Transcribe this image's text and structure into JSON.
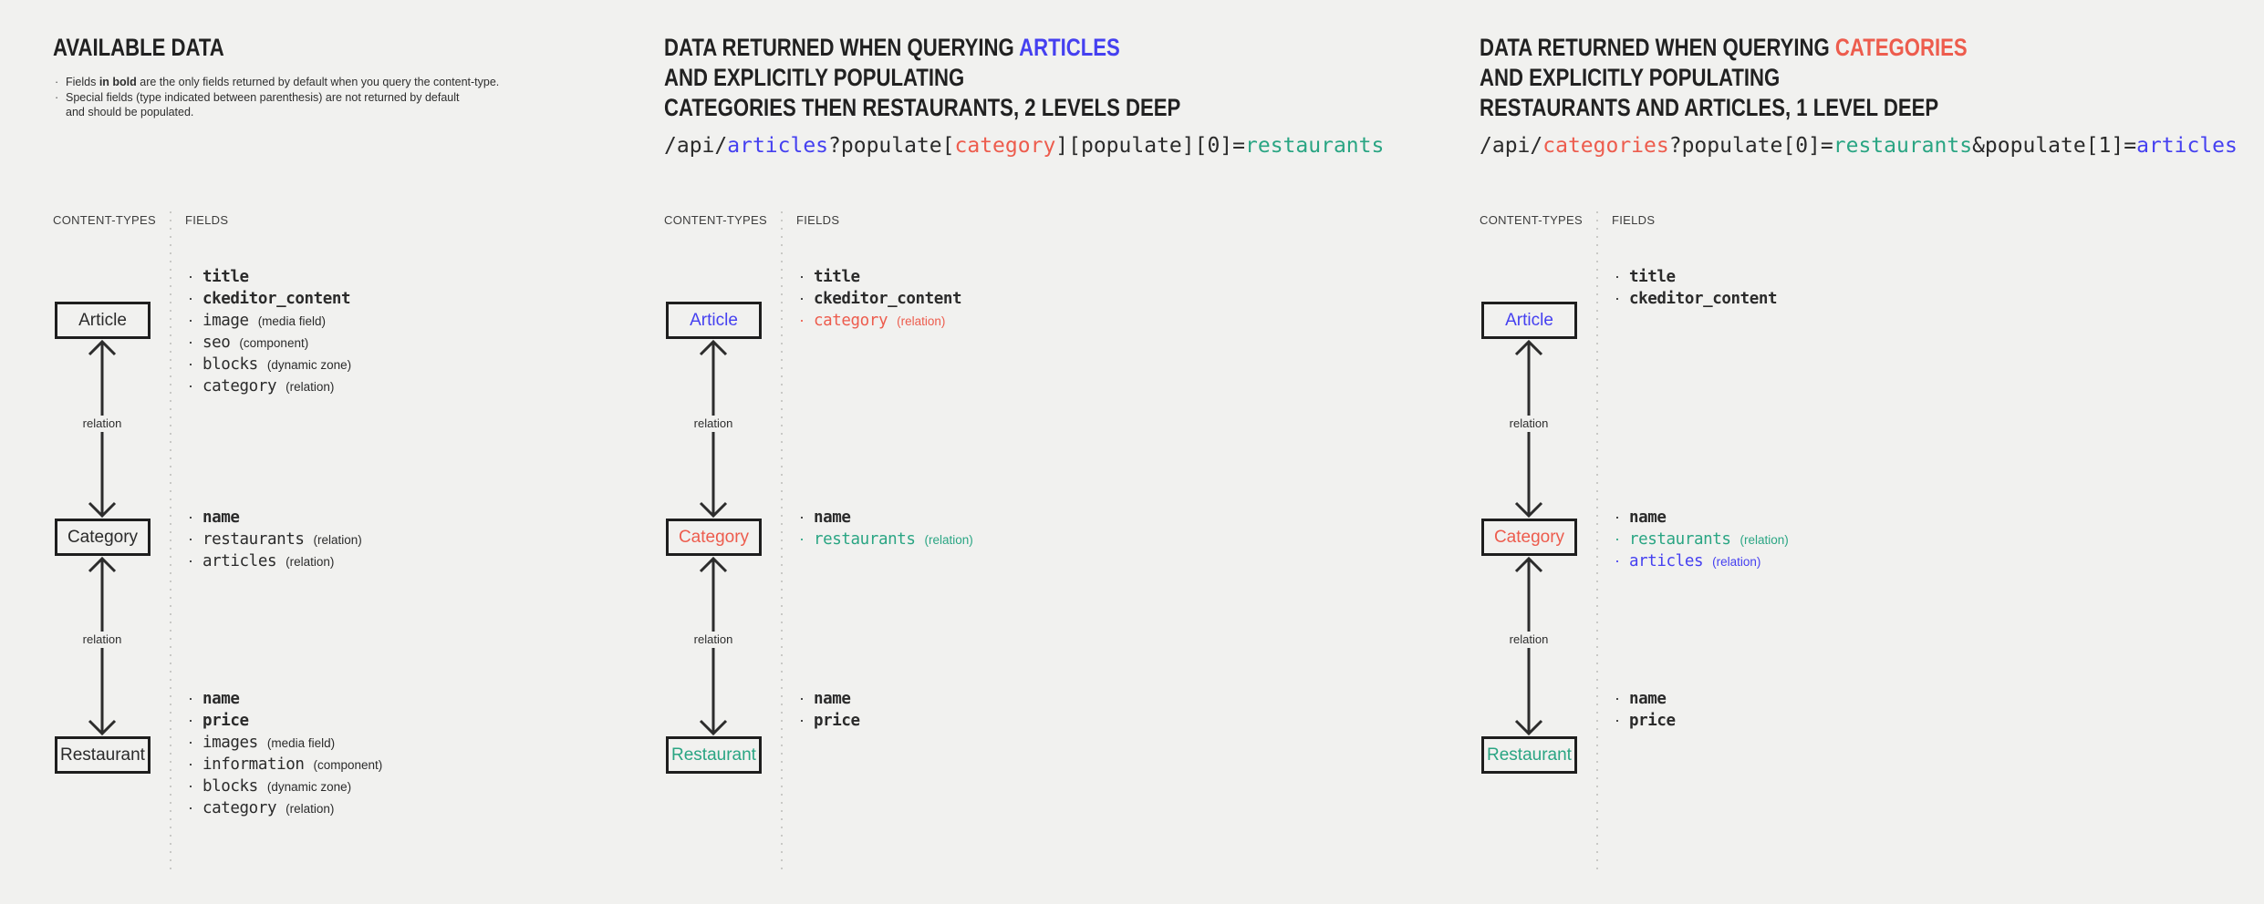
{
  "colors": {
    "dark": "#2b2b2b",
    "blue": "#4540f0",
    "red": "#ed5c4d",
    "green": "#2aa583"
  },
  "panels": [
    {
      "id": "available-data",
      "title_lines": [
        [
          {
            "t": "AVAILABLE DATA"
          }
        ]
      ],
      "notes": [
        [
          {
            "t": "Fields "
          },
          {
            "t": "in bold",
            "b": true
          },
          {
            "t": " are the only fields returned by default when you query the content-type."
          }
        ],
        [
          {
            "t": "Special fields (type indicated between parenthesis) are not returned by default"
          },
          {
            "br": true
          },
          {
            "t": "and should be populated."
          }
        ]
      ],
      "content_types_label": "CONTENT-TYPES",
      "fields_label": "FIELDS",
      "relation_label": "relation",
      "nodes": [
        {
          "label": "Article",
          "color": "dark",
          "fields": [
            {
              "name": "title",
              "bold": true,
              "color": "dark"
            },
            {
              "name": "ckeditor_content",
              "bold": true,
              "color": "dark"
            },
            {
              "name": "image",
              "annotation": "(media field)",
              "color": "dark"
            },
            {
              "name": "seo",
              "annotation": "(component)",
              "color": "dark"
            },
            {
              "name": "blocks",
              "annotation": "(dynamic zone)",
              "color": "dark"
            },
            {
              "name": "category",
              "annotation": "(relation)",
              "color": "dark"
            }
          ]
        },
        {
          "label": "Category",
          "color": "dark",
          "fields": [
            {
              "name": "name",
              "bold": true,
              "color": "dark"
            },
            {
              "name": "restaurants",
              "annotation": "(relation)",
              "color": "dark"
            },
            {
              "name": "articles",
              "annotation": "(relation)",
              "color": "dark"
            }
          ]
        },
        {
          "label": "Restaurant",
          "color": "dark",
          "fields": [
            {
              "name": "name",
              "bold": true,
              "color": "dark"
            },
            {
              "name": "price",
              "bold": true,
              "color": "dark"
            },
            {
              "name": "images",
              "annotation": "(media field)",
              "color": "dark"
            },
            {
              "name": "information",
              "annotation": "(component)",
              "color": "dark"
            },
            {
              "name": "blocks",
              "annotation": "(dynamic zone)",
              "color": "dark"
            },
            {
              "name": "category",
              "annotation": "(relation)",
              "color": "dark"
            }
          ]
        }
      ]
    },
    {
      "id": "query-articles",
      "title_lines": [
        [
          {
            "t": "DATA RETURNED WHEN QUERYING "
          },
          {
            "t": "ARTICLES",
            "c": "blue"
          }
        ],
        [
          {
            "t": "AND EXPLICITLY POPULATING"
          }
        ],
        [
          {
            "t": "CATEGORIES THEN RESTAURANTS, 2 LEVELS DEEP"
          }
        ]
      ],
      "code": [
        {
          "t": "/api/"
        },
        {
          "t": "articles",
          "c": "blue"
        },
        {
          "t": "?populate["
        },
        {
          "t": "category",
          "c": "red"
        },
        {
          "t": "][populate][0]="
        },
        {
          "t": "restaurants",
          "c": "green"
        }
      ],
      "content_types_label": "CONTENT-TYPES",
      "fields_label": "FIELDS",
      "relation_label": "relation",
      "nodes": [
        {
          "label": "Article",
          "color": "blue",
          "fields": [
            {
              "name": "title",
              "bold": true,
              "color": "dark"
            },
            {
              "name": "ckeditor_content",
              "bold": true,
              "color": "dark"
            },
            {
              "name": "category",
              "annotation": "(relation)",
              "color": "red"
            }
          ]
        },
        {
          "label": "Category",
          "color": "red",
          "fields": [
            {
              "name": "name",
              "bold": true,
              "color": "dark"
            },
            {
              "name": "restaurants",
              "annotation": "(relation)",
              "color": "green"
            }
          ]
        },
        {
          "label": "Restaurant",
          "color": "green",
          "fields": [
            {
              "name": "name",
              "bold": true,
              "color": "dark"
            },
            {
              "name": "price",
              "bold": true,
              "color": "dark"
            }
          ]
        }
      ]
    },
    {
      "id": "query-categories",
      "title_lines": [
        [
          {
            "t": "DATA RETURNED WHEN QUERYING "
          },
          {
            "t": "CATEGORIES",
            "c": "red"
          }
        ],
        [
          {
            "t": "AND EXPLICITLY POPULATING"
          }
        ],
        [
          {
            "t": "RESTAURANTS AND ARTICLES, 1 LEVEL DEEP"
          }
        ]
      ],
      "code": [
        {
          "t": "/api/"
        },
        {
          "t": "categories",
          "c": "red"
        },
        {
          "t": "?populate[0]="
        },
        {
          "t": "restaurants",
          "c": "green"
        },
        {
          "t": "&populate[1]="
        },
        {
          "t": "articles",
          "c": "blue"
        }
      ],
      "content_types_label": "CONTENT-TYPES",
      "fields_label": "FIELDS",
      "relation_label": "relation",
      "nodes": [
        {
          "label": "Article",
          "color": "blue",
          "fields": [
            {
              "name": "title",
              "bold": true,
              "color": "dark"
            },
            {
              "name": "ckeditor_content",
              "bold": true,
              "color": "dark"
            }
          ]
        },
        {
          "label": "Category",
          "color": "red",
          "fields": [
            {
              "name": "name",
              "bold": true,
              "color": "dark"
            },
            {
              "name": "restaurants",
              "annotation": "(relation)",
              "color": "green"
            },
            {
              "name": "articles",
              "annotation": "(relation)",
              "color": "blue"
            }
          ]
        },
        {
          "label": "Restaurant",
          "color": "green",
          "fields": [
            {
              "name": "name",
              "bold": true,
              "color": "dark"
            },
            {
              "name": "price",
              "bold": true,
              "color": "dark"
            }
          ]
        }
      ]
    }
  ]
}
